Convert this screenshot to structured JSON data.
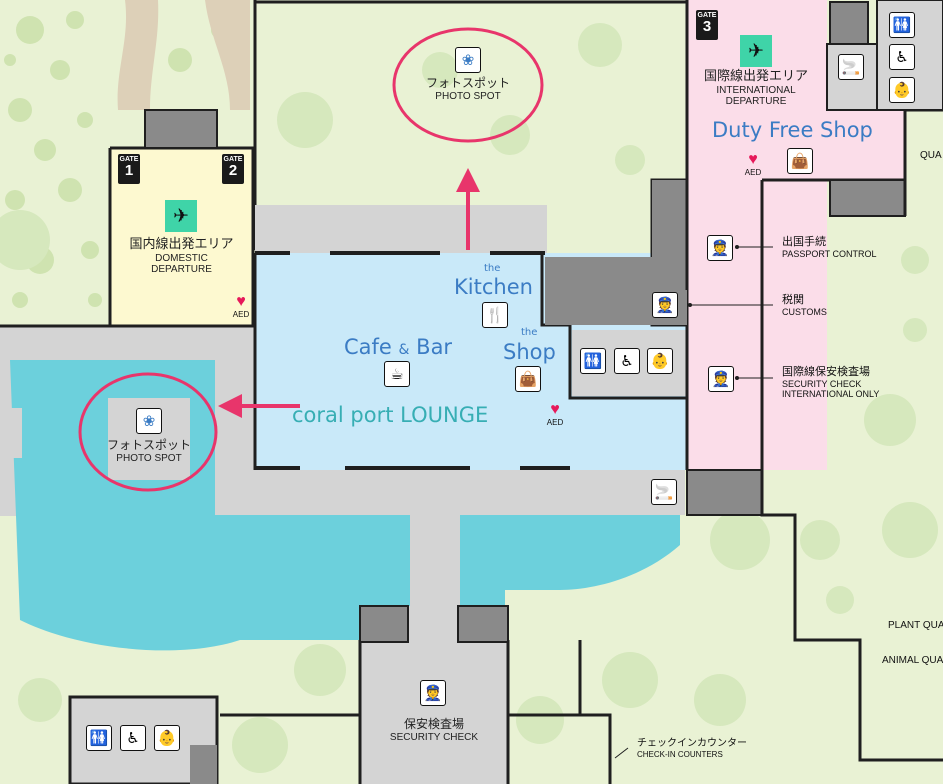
{
  "colors": {
    "background": "#e9f2d4",
    "garden": "#e9f2d4",
    "tree": "#cfe3b0",
    "building": "#d4d4d4",
    "wall": "#1f1f1f",
    "column": "#8a8a8a",
    "domestic_area": "#fdf9d0",
    "international_area": "#fbdde9",
    "lounge": "#c9e9f9",
    "water": "#6cd0dc",
    "highlight": "#e8356b",
    "departure_icon": "#3fd4a8",
    "aed": "#e6195a",
    "text_blue": "#3b7cc4",
    "text_teal": "#37aeb4"
  },
  "gates": [
    {
      "word": "GATE",
      "number": "1"
    },
    {
      "word": "GATE",
      "number": "2"
    },
    {
      "word": "GATE",
      "number": "3"
    }
  ],
  "domestic": {
    "jp": "国内線出発エリア",
    "en1": "DOMESTIC",
    "en2": "DEPARTURE",
    "icon": "departure-plane-icon"
  },
  "international": {
    "jp": "国際線出発エリア",
    "en1": "INTERNATIONAL",
    "en2": "DEPARTURE",
    "icon": "departure-plane-icon"
  },
  "duty_free": {
    "name": "Duty Free Shop",
    "icon": "shopping-bag-icon"
  },
  "photo_spot": {
    "jp": "フォトスポット",
    "en": "PHOTO SPOT",
    "icon": "coral-icon"
  },
  "photo_spot_2": {
    "jp": "フォトスポット",
    "en": "PHOTO SPOT",
    "icon": "coral-icon"
  },
  "kitchen": {
    "small": "the",
    "name": "Kitchen",
    "icon": "cutlery-icon"
  },
  "shop": {
    "small": "the",
    "name": "Shop",
    "icon": "shopping-bag-icon"
  },
  "cafe_bar": {
    "part1": "Cafe",
    "amp": "&",
    "part2": "Bar",
    "icon": "coffee-cup-icon"
  },
  "lounge": {
    "name": "coral port  LOUNGE"
  },
  "aed": {
    "label": "AED",
    "icon": "aed-heart-icon"
  },
  "aeds": [
    "AED",
    "AED",
    "AED"
  ],
  "passport_control": {
    "jp": "出国手続",
    "en": "PASSPORT CONTROL",
    "icon": "officer-icon"
  },
  "customs": {
    "jp": "税関",
    "en": "CUSTOMS",
    "icon": "officer-icon"
  },
  "security_intl": {
    "jp": "国際線保安検査場",
    "en1": "SECURITY CHECK",
    "en2": "INTERNATIONAL ONLY",
    "icon": "officer-icon"
  },
  "security_check": {
    "jp": "保安検査場",
    "en": "SECURITY CHECK",
    "icon": "officer-icon"
  },
  "checkin": {
    "jp": "チェックインカウンター",
    "en": "CHECK-IN COUNTERS"
  },
  "edge_labels": {
    "right1": "QUA",
    "plant": "PLANT QUA",
    "animal": "ANIMAL QUA"
  },
  "facility_icons": [
    "restroom-icon",
    "wheelchair-icon",
    "baby-care-icon",
    "smoking-room-icon"
  ]
}
